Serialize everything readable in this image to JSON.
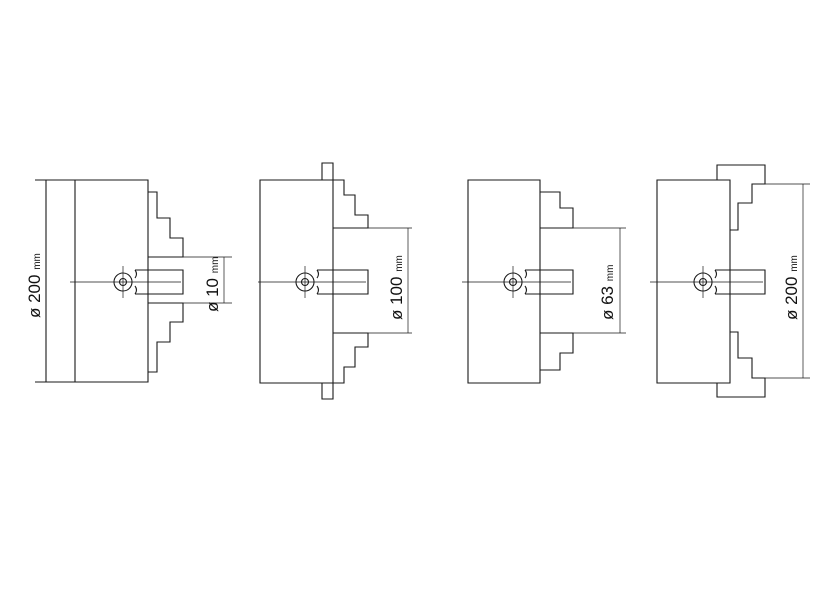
{
  "figures": [
    {
      "id": "chuck-200",
      "label": "ø 200",
      "unit": "mm"
    },
    {
      "id": "chuck-10",
      "label": "ø 10",
      "unit": "mm"
    },
    {
      "id": "chuck-100",
      "label": "ø 100",
      "unit": "mm"
    },
    {
      "id": "chuck-63",
      "label": "ø 63",
      "unit": "mm"
    },
    {
      "id": "chuck-200-outer",
      "label": "ø 200",
      "unit": "mm"
    }
  ],
  "colors": {
    "line": "#1a1a1a",
    "background": "#ffffff"
  }
}
